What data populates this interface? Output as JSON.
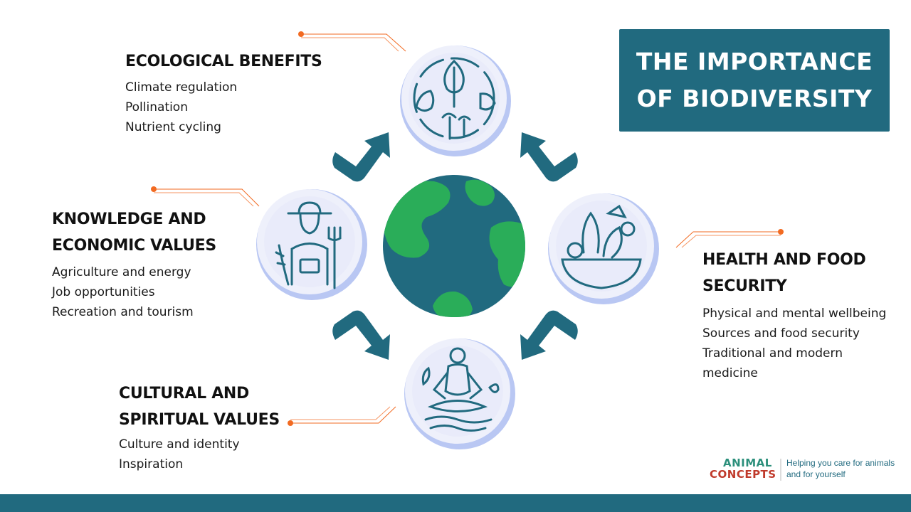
{
  "title": {
    "line1": "THE IMPORTANCE",
    "line2": "OF BIODIVERSITY"
  },
  "sections": {
    "ecological": {
      "heading_lines": [
        "ECOLOGICAL BENEFITS"
      ],
      "items": [
        "Climate regulation",
        "Pollination",
        "Nutrient cycling"
      ]
    },
    "knowledge": {
      "heading_lines": [
        "KNOWLEDGE AND",
        "ECONOMIC VALUES"
      ],
      "items": [
        "Agriculture and energy",
        "Job opportunities",
        "Recreation and tourism"
      ]
    },
    "health": {
      "heading_lines": [
        "HEALTH AND FOOD",
        "SECURITY"
      ],
      "items": [
        "Physical and mental wellbeing",
        "Sources and food security",
        "Traditional and modern",
        "medicine"
      ]
    },
    "cultural": {
      "heading_lines": [
        "CULTURAL AND",
        "SPIRITUAL VALUES"
      ],
      "items": [
        "Culture and identity",
        "Inspiration"
      ]
    }
  },
  "logo": {
    "line1": "ANIMAL",
    "line2": "CONCEPTS",
    "tagline_line1": "Helping you care for animals",
    "tagline_line2": "and for yourself"
  },
  "colors": {
    "teal": "#216a7f",
    "green": "#2aad59",
    "orange_accent": "#f26a21",
    "circle_fill": "#e9ebfa",
    "circle_ring": "#b9c7f3"
  },
  "icons": [
    "ecosystem-icon",
    "farmer-icon",
    "salad-bowl-icon",
    "meditation-icon",
    "globe-icon"
  ]
}
